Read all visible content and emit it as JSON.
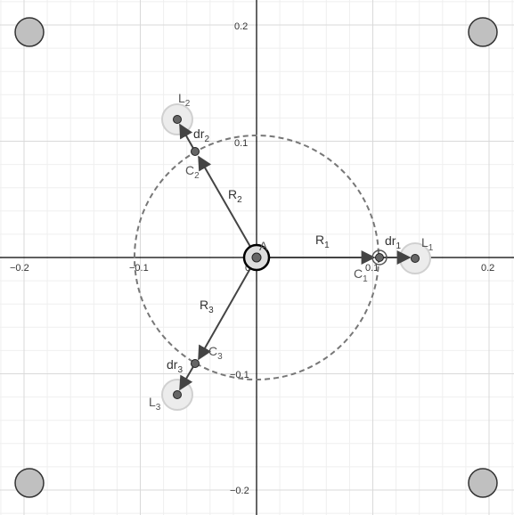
{
  "axes": {
    "x_ticks": [
      "−0.2",
      "−0.1",
      "0.1",
      "0.2"
    ],
    "y_ticks": [
      "0.2",
      "0.1",
      "−0.1",
      "−0.2"
    ],
    "origin_label": "0"
  },
  "labels": {
    "A": "A",
    "R1": "R",
    "R1_sub": "1",
    "R2": "R",
    "R2_sub": "2",
    "R3": "R",
    "R3_sub": "3",
    "C1": "C",
    "C1_sub": "1",
    "C2": "C",
    "C2_sub": "2",
    "C3": "C",
    "C3_sub": "3",
    "L1": "L",
    "L1_sub": "1",
    "L2": "L",
    "L2_sub": "2",
    "L3": "L",
    "L3_sub": "3",
    "dr1": "dr",
    "dr1_sub": "1",
    "dr2": "dr",
    "dr2_sub": "2",
    "dr3": "dr",
    "dr3_sub": "3"
  },
  "colors": {
    "grid_major": "#d9d9d9",
    "grid_minor": "#efefef",
    "axis": "#000000",
    "vector": "#555555",
    "point_fill": "#666666",
    "corner_fill": "#c0c0c0",
    "halo": "#d9d9d9",
    "dashed_circle": "#777777"
  }
}
